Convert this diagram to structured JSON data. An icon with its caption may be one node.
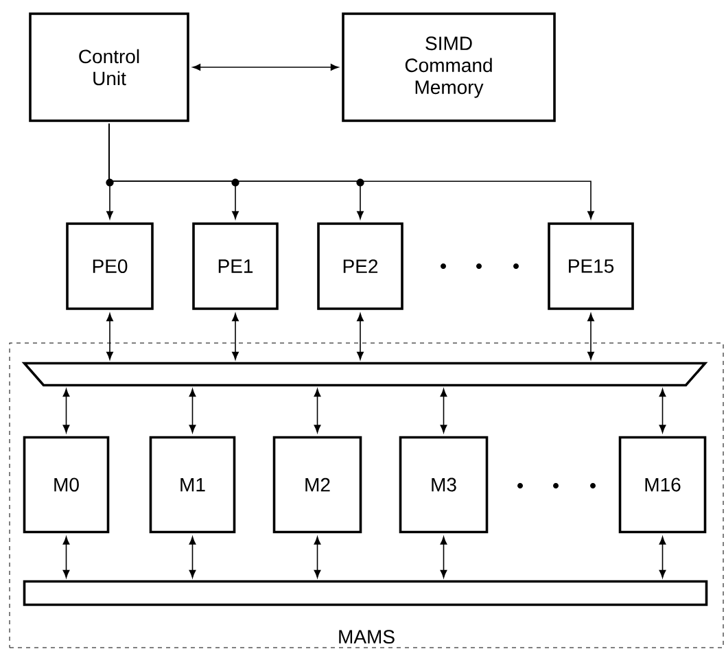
{
  "diagram": {
    "nodes": [
      {
        "text": [
          "Control Unit"
        ]
      },
      {
        "text": [
          "SIMD Command Memory"
        ]
      },
      {
        "text": [
          "PE0"
        ]
      },
      {
        "text": [
          "PE1"
        ]
      },
      {
        "text": [
          "PE2"
        ]
      },
      {
        "text": [
          "PE15"
        ]
      },
      {
        "text": [
          "MAMS"
        ]
      },
      {
        "text": [],
        "shape": "bar",
        "in": 6
      },
      {
        "text": [
          "M0"
        ],
        "in": 6
      },
      {
        "text": [
          "M1"
        ],
        "in": 6
      },
      {
        "text": [
          "M2"
        ],
        "in": 6
      },
      {
        "text": [
          "M3"
        ],
        "in": 6
      },
      {
        "text": [
          "M16"
        ],
        "in": 6
      },
      {
        "text": [],
        "shape": "bar",
        "in": 6
      }
    ],
    "edges": [
      {
        "from": 0,
        "to": 1,
        "arrow": "both"
      },
      {
        "from": 0,
        "to": 2,
        "arrow": "to"
      },
      {
        "from": 0,
        "to": 3,
        "arrow": "to"
      },
      {
        "from": 0,
        "to": 4,
        "arrow": "to"
      },
      {
        "from": 0,
        "to": 5,
        "arrow": "to"
      },
      {
        "from": 2,
        "to": 7,
        "arrow": "both"
      },
      {
        "from": 3,
        "to": 7,
        "arrow": "both"
      },
      {
        "from": 4,
        "to": 7,
        "arrow": "both"
      },
      {
        "from": 5,
        "to": 7,
        "arrow": "both"
      },
      {
        "from": 7,
        "to": 8,
        "arrow": "both"
      },
      {
        "from": 7,
        "to": 9,
        "arrow": "both"
      },
      {
        "from": 7,
        "to": 10,
        "arrow": "both"
      },
      {
        "from": 7,
        "to": 11,
        "arrow": "both"
      },
      {
        "from": 7,
        "to": 12,
        "arrow": "both"
      },
      {
        "from": 8,
        "to": 13,
        "arrow": "both"
      },
      {
        "from": 9,
        "to": 13,
        "arrow": "both"
      },
      {
        "from": 10,
        "to": 13,
        "arrow": "both"
      },
      {
        "from": 11,
        "to": 13,
        "arrow": "both"
      },
      {
        "from": 12,
        "to": 13,
        "arrow": "both"
      }
    ]
  }
}
